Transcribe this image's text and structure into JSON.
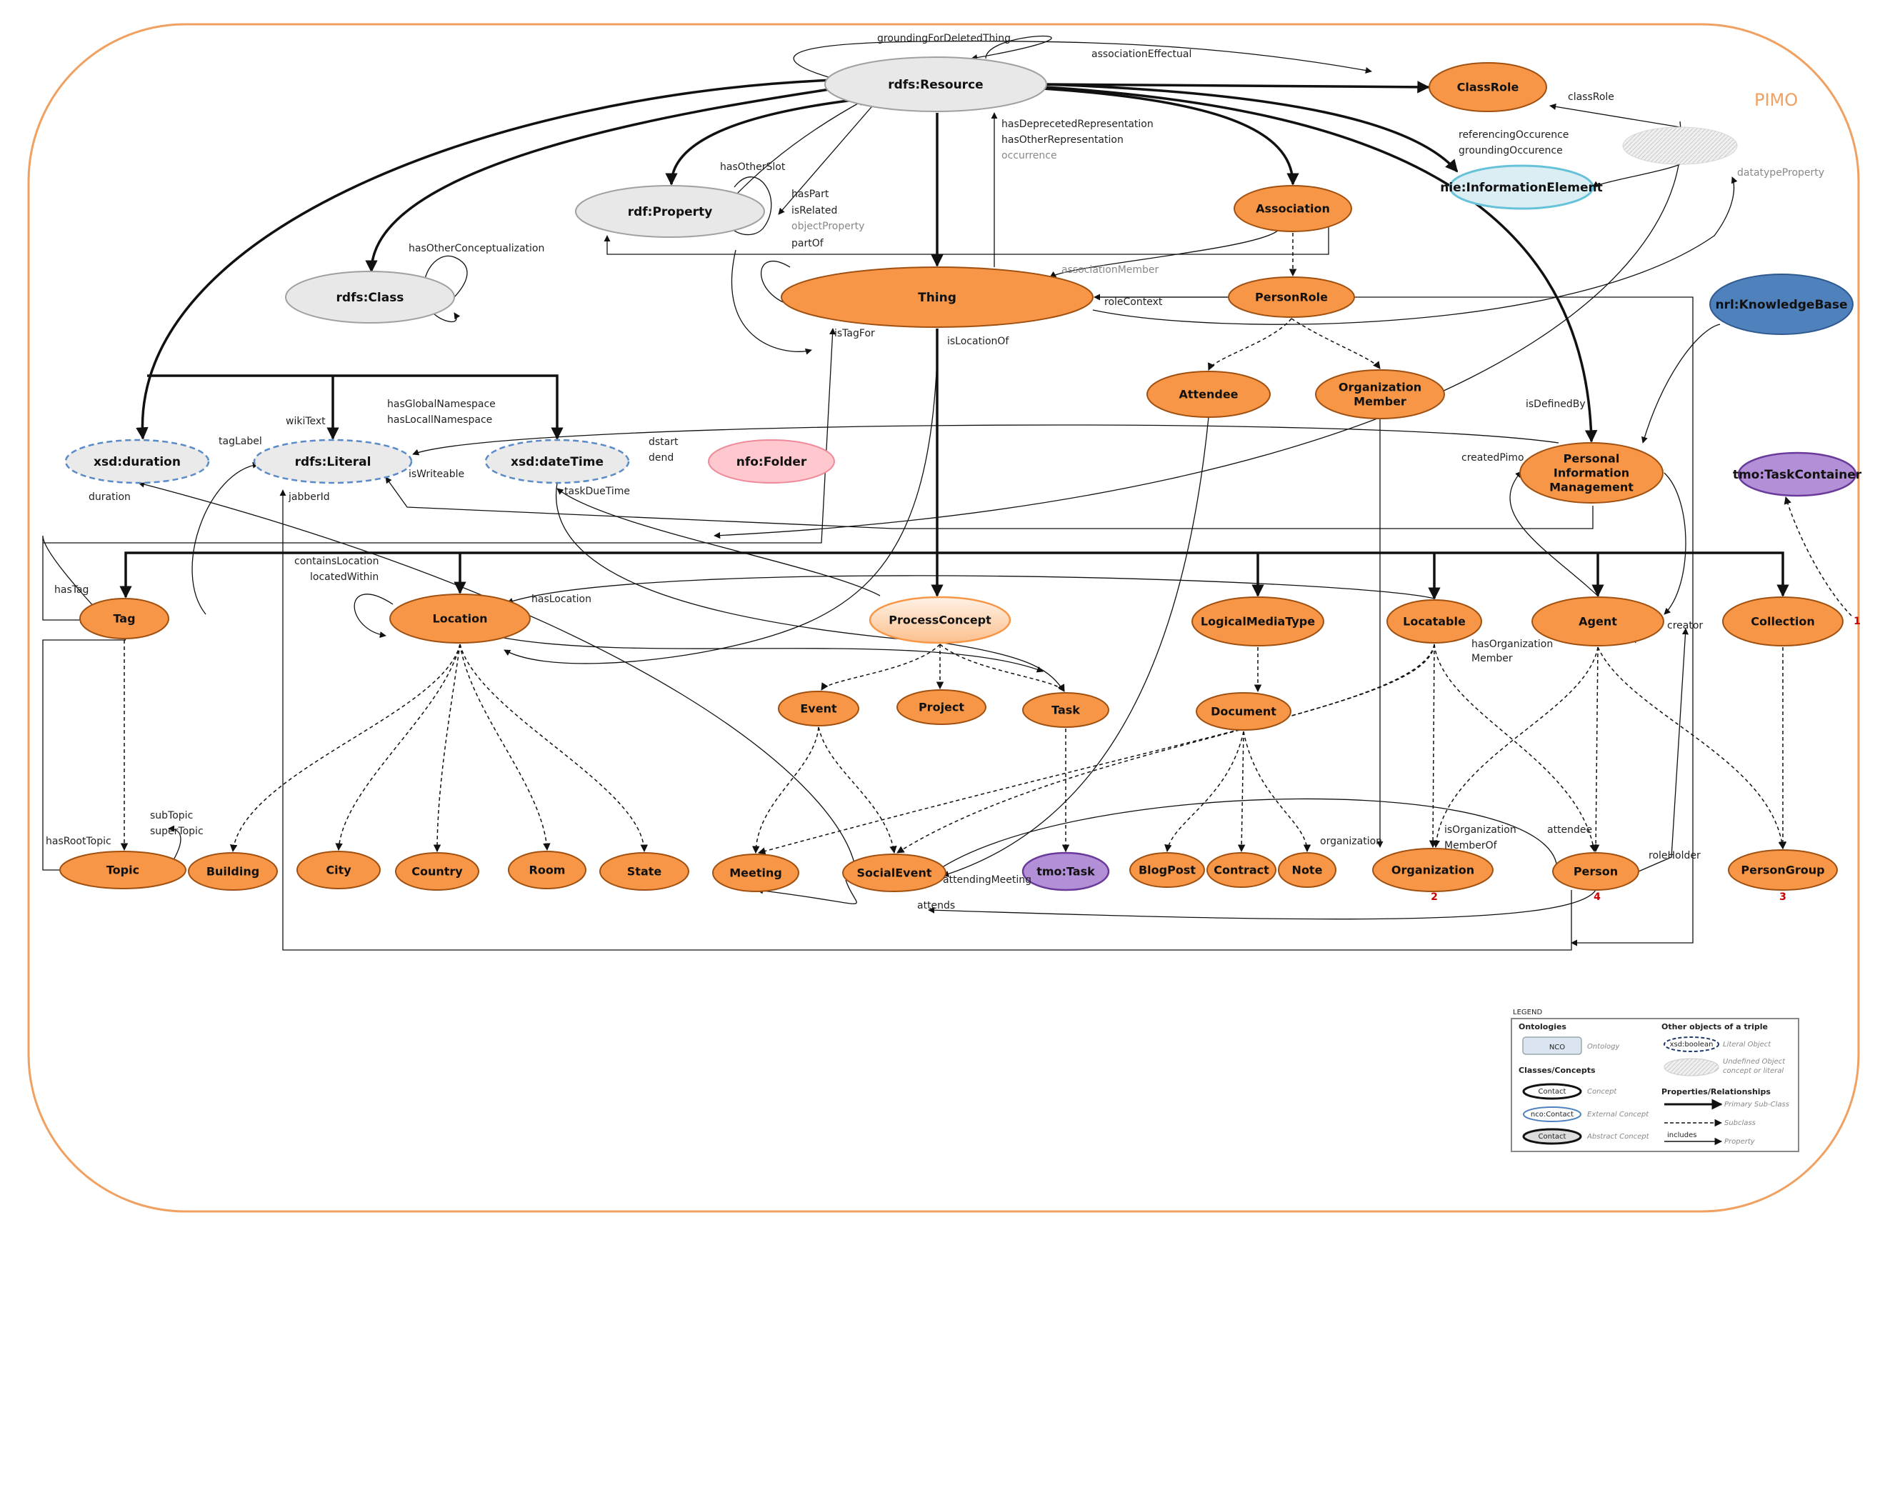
{
  "frame_title": "PIMO",
  "colors": {
    "frame": "#f0a060",
    "concept_fill": "#f79646",
    "concept_stroke": "#a05010",
    "abstract_fill": "#e8e8e8",
    "abstract_stroke": "#a0a0a0",
    "literal_fill": "#eaeaea",
    "literal_stroke": "#5a8ac8",
    "external_fill": "#dbeef4",
    "external_stroke": "#66c2d8",
    "folder_fill": "#ffc7ce",
    "folder_stroke": "#ee8a99",
    "kb_fill": "#4f81bd",
    "kb_stroke": "#2f5a8f",
    "tmo_fill": "#b28fd6",
    "tmo_stroke": "#6a3a9a",
    "process_fill": "#fdd7b6",
    "process_stroke": "#f79646",
    "marker": "#cc0000"
  },
  "nodes": [
    {
      "id": "resource",
      "label": "rdfs:Resource",
      "style": "abstract"
    },
    {
      "id": "classrole",
      "label": "ClassRole",
      "style": "concept"
    },
    {
      "id": "undefined",
      "label": "",
      "style": "undefined"
    },
    {
      "id": "infoelement",
      "label": "nie:InformationElement",
      "style": "external"
    },
    {
      "id": "property",
      "label": "rdf:Property",
      "style": "abstract"
    },
    {
      "id": "association",
      "label": "Association",
      "style": "concept"
    },
    {
      "id": "rdfsclass",
      "label": "rdfs:Class",
      "style": "abstract"
    },
    {
      "id": "thing",
      "label": "Thing",
      "style": "concept"
    },
    {
      "id": "personrole",
      "label": "PersonRole",
      "style": "concept"
    },
    {
      "id": "kb",
      "label": "nrl:KnowledgeBase",
      "style": "kb"
    },
    {
      "id": "attendee",
      "label": "Attendee",
      "style": "concept"
    },
    {
      "id": "orgmember",
      "label": "Organization Member",
      "style": "concept"
    },
    {
      "id": "duration",
      "label": "xsd:duration",
      "style": "literal"
    },
    {
      "id": "literal",
      "label": "rdfs:Literal",
      "style": "literal"
    },
    {
      "id": "datetime",
      "label": "xsd:dateTime",
      "style": "literal"
    },
    {
      "id": "folder",
      "label": "nfo:Folder",
      "style": "folder"
    },
    {
      "id": "pim",
      "label": "Personal Information Management",
      "style": "concept"
    },
    {
      "id": "taskcontainer",
      "label": "tmo:TaskContainer",
      "style": "tmo"
    },
    {
      "id": "tag",
      "label": "Tag",
      "style": "concept"
    },
    {
      "id": "location",
      "label": "Location",
      "style": "concept"
    },
    {
      "id": "processconcept",
      "label": "ProcessConcept",
      "style": "process"
    },
    {
      "id": "logicalmediatype",
      "label": "LogicalMediaType",
      "style": "concept"
    },
    {
      "id": "locatable",
      "label": "Locatable",
      "style": "concept"
    },
    {
      "id": "agent",
      "label": "Agent",
      "style": "concept"
    },
    {
      "id": "collection",
      "label": "Collection",
      "style": "concept"
    },
    {
      "id": "event",
      "label": "Event",
      "style": "concept"
    },
    {
      "id": "project",
      "label": "Project",
      "style": "concept"
    },
    {
      "id": "task",
      "label": "Task",
      "style": "concept"
    },
    {
      "id": "document",
      "label": "Document",
      "style": "concept"
    },
    {
      "id": "topic",
      "label": "Topic",
      "style": "concept"
    },
    {
      "id": "building",
      "label": "Building",
      "style": "concept"
    },
    {
      "id": "city",
      "label": "City",
      "style": "concept"
    },
    {
      "id": "country",
      "label": "Country",
      "style": "concept"
    },
    {
      "id": "room",
      "label": "Room",
      "style": "concept"
    },
    {
      "id": "state",
      "label": "State",
      "style": "concept"
    },
    {
      "id": "meeting",
      "label": "Meeting",
      "style": "concept"
    },
    {
      "id": "socialevent",
      "label": "SocialEvent",
      "style": "concept"
    },
    {
      "id": "tmotask",
      "label": "tmo:Task",
      "style": "tmo"
    },
    {
      "id": "blogpost",
      "label": "BlogPost",
      "style": "concept"
    },
    {
      "id": "contract",
      "label": "Contract",
      "style": "concept"
    },
    {
      "id": "note",
      "label": "Note",
      "style": "concept"
    },
    {
      "id": "organization",
      "label": "Organization",
      "style": "concept"
    },
    {
      "id": "person",
      "label": "Person",
      "style": "concept"
    },
    {
      "id": "persongroup",
      "label": "PersonGroup",
      "style": "concept"
    }
  ],
  "edge_labels": [
    {
      "id": "grounding_deleted",
      "text": "groundingForDeletedThing",
      "grey": false
    },
    {
      "id": "assoc_effectual",
      "text": "associationEffectual",
      "grey": false
    },
    {
      "id": "classrole_lbl",
      "text": "classRole",
      "grey": false
    },
    {
      "id": "has_deprecated",
      "text": "hasDeprecetedRepresentation",
      "grey": false
    },
    {
      "id": "has_other_repr",
      "text": "hasOtherRepresentation",
      "grey": false
    },
    {
      "id": "occurrence",
      "text": "occurrence",
      "grey": true
    },
    {
      "id": "referencing",
      "text": "referencingOccurence",
      "grey": false
    },
    {
      "id": "grounding_occ",
      "text": "groundingOccurence",
      "grey": false
    },
    {
      "id": "datatype_prop",
      "text": "datatypeProperty",
      "grey": true
    },
    {
      "id": "has_other_slot",
      "text": "hasOtherSlot",
      "grey": false
    },
    {
      "id": "has_part",
      "text": "hasPart",
      "grey": false
    },
    {
      "id": "is_related",
      "text": "isRelated",
      "grey": false
    },
    {
      "id": "object_prop",
      "text": "objectProperty",
      "grey": true
    },
    {
      "id": "part_of",
      "text": "partOf",
      "grey": false
    },
    {
      "id": "has_other_concept",
      "text": "hasOtherConceptualization",
      "grey": false
    },
    {
      "id": "assoc_member",
      "text": "associationMember",
      "grey": true
    },
    {
      "id": "role_context",
      "text": "roleContext",
      "grey": false
    },
    {
      "id": "is_tag_for",
      "text": "isTagFor",
      "grey": false
    },
    {
      "id": "is_location_of",
      "text": "isLocationOf",
      "grey": false
    },
    {
      "id": "has_global_ns",
      "text": "hasGlobalNamespace",
      "grey": false
    },
    {
      "id": "has_local_ns",
      "text": "hasLocallNamespace",
      "grey": false
    },
    {
      "id": "wiki_text",
      "text": "wikiText",
      "grey": false
    },
    {
      "id": "tag_label",
      "text": "tagLabel",
      "grey": false
    },
    {
      "id": "is_writeable",
      "text": "isWriteable",
      "grey": false
    },
    {
      "id": "dstart",
      "text": "dstart",
      "grey": false
    },
    {
      "id": "dend",
      "text": "dend",
      "grey": false
    },
    {
      "id": "duration_lbl",
      "text": "duration",
      "grey": false
    },
    {
      "id": "jabber_id",
      "text": "jabberId",
      "grey": false
    },
    {
      "id": "task_due",
      "text": "taskDueTime",
      "grey": false
    },
    {
      "id": "is_defined_by",
      "text": "isDefinedBy",
      "grey": false
    },
    {
      "id": "created_pimo",
      "text": "createdPimo",
      "grey": false
    },
    {
      "id": "contains_location",
      "text": "containsLocation",
      "grey": false
    },
    {
      "id": "located_within",
      "text": "locatedWithin",
      "grey": false
    },
    {
      "id": "has_location",
      "text": "hasLocation",
      "grey": false
    },
    {
      "id": "has_tag",
      "text": "hasTag",
      "grey": false
    },
    {
      "id": "has_org_member",
      "text": "hasOrganization",
      "grey": false
    },
    {
      "id": "has_org_member2",
      "text": "Member",
      "grey": false
    },
    {
      "id": "creator",
      "text": "creator",
      "grey": false
    },
    {
      "id": "sub_topic",
      "text": "subTopic",
      "grey": false
    },
    {
      "id": "super_topic",
      "text": "superTopic",
      "grey": false
    },
    {
      "id": "has_root_topic",
      "text": "hasRootTopic",
      "grey": false
    },
    {
      "id": "organization_lbl",
      "text": "organization",
      "grey": false
    },
    {
      "id": "is_org_member",
      "text": "isOrganization",
      "grey": false
    },
    {
      "id": "is_org_member2",
      "text": "MemberOf",
      "grey": false
    },
    {
      "id": "attendee_lbl",
      "text": "attendee",
      "grey": false
    },
    {
      "id": "role_holder",
      "text": "roleHolder",
      "grey": false
    },
    {
      "id": "attending_meeting",
      "text": "attendingMeeting",
      "grey": false
    },
    {
      "id": "attends",
      "text": "attends",
      "grey": false
    }
  ],
  "markers": [
    {
      "id": "m1",
      "text": "1"
    },
    {
      "id": "m2",
      "text": "2"
    },
    {
      "id": "m3",
      "text": "3"
    },
    {
      "id": "m4",
      "text": "4"
    }
  ],
  "legend": {
    "title": "LEGEND",
    "ontologies_heading": "Ontologies",
    "ontology_sample": "NCO",
    "ontology_desc": "Ontology",
    "classes_heading": "Classes/Concepts",
    "concept_sample": "Contact",
    "concept_desc": "Concept",
    "external_sample": "nco:Contact",
    "external_desc": "External Concept",
    "abstract_sample": "Contact",
    "abstract_desc": "Abstract Concept",
    "other_heading": "Other objects of a triple",
    "literal_sample": "xsd:boolean",
    "literal_desc": "Literal Object",
    "undefined_desc1": "Undefined Object",
    "undefined_desc2": "concept or literal",
    "props_heading": "Properties/Relationships",
    "primary_desc": "Primary Sub-Class",
    "subclass_desc": "Subclass",
    "includes_label": "includes",
    "property_desc": "Property"
  }
}
